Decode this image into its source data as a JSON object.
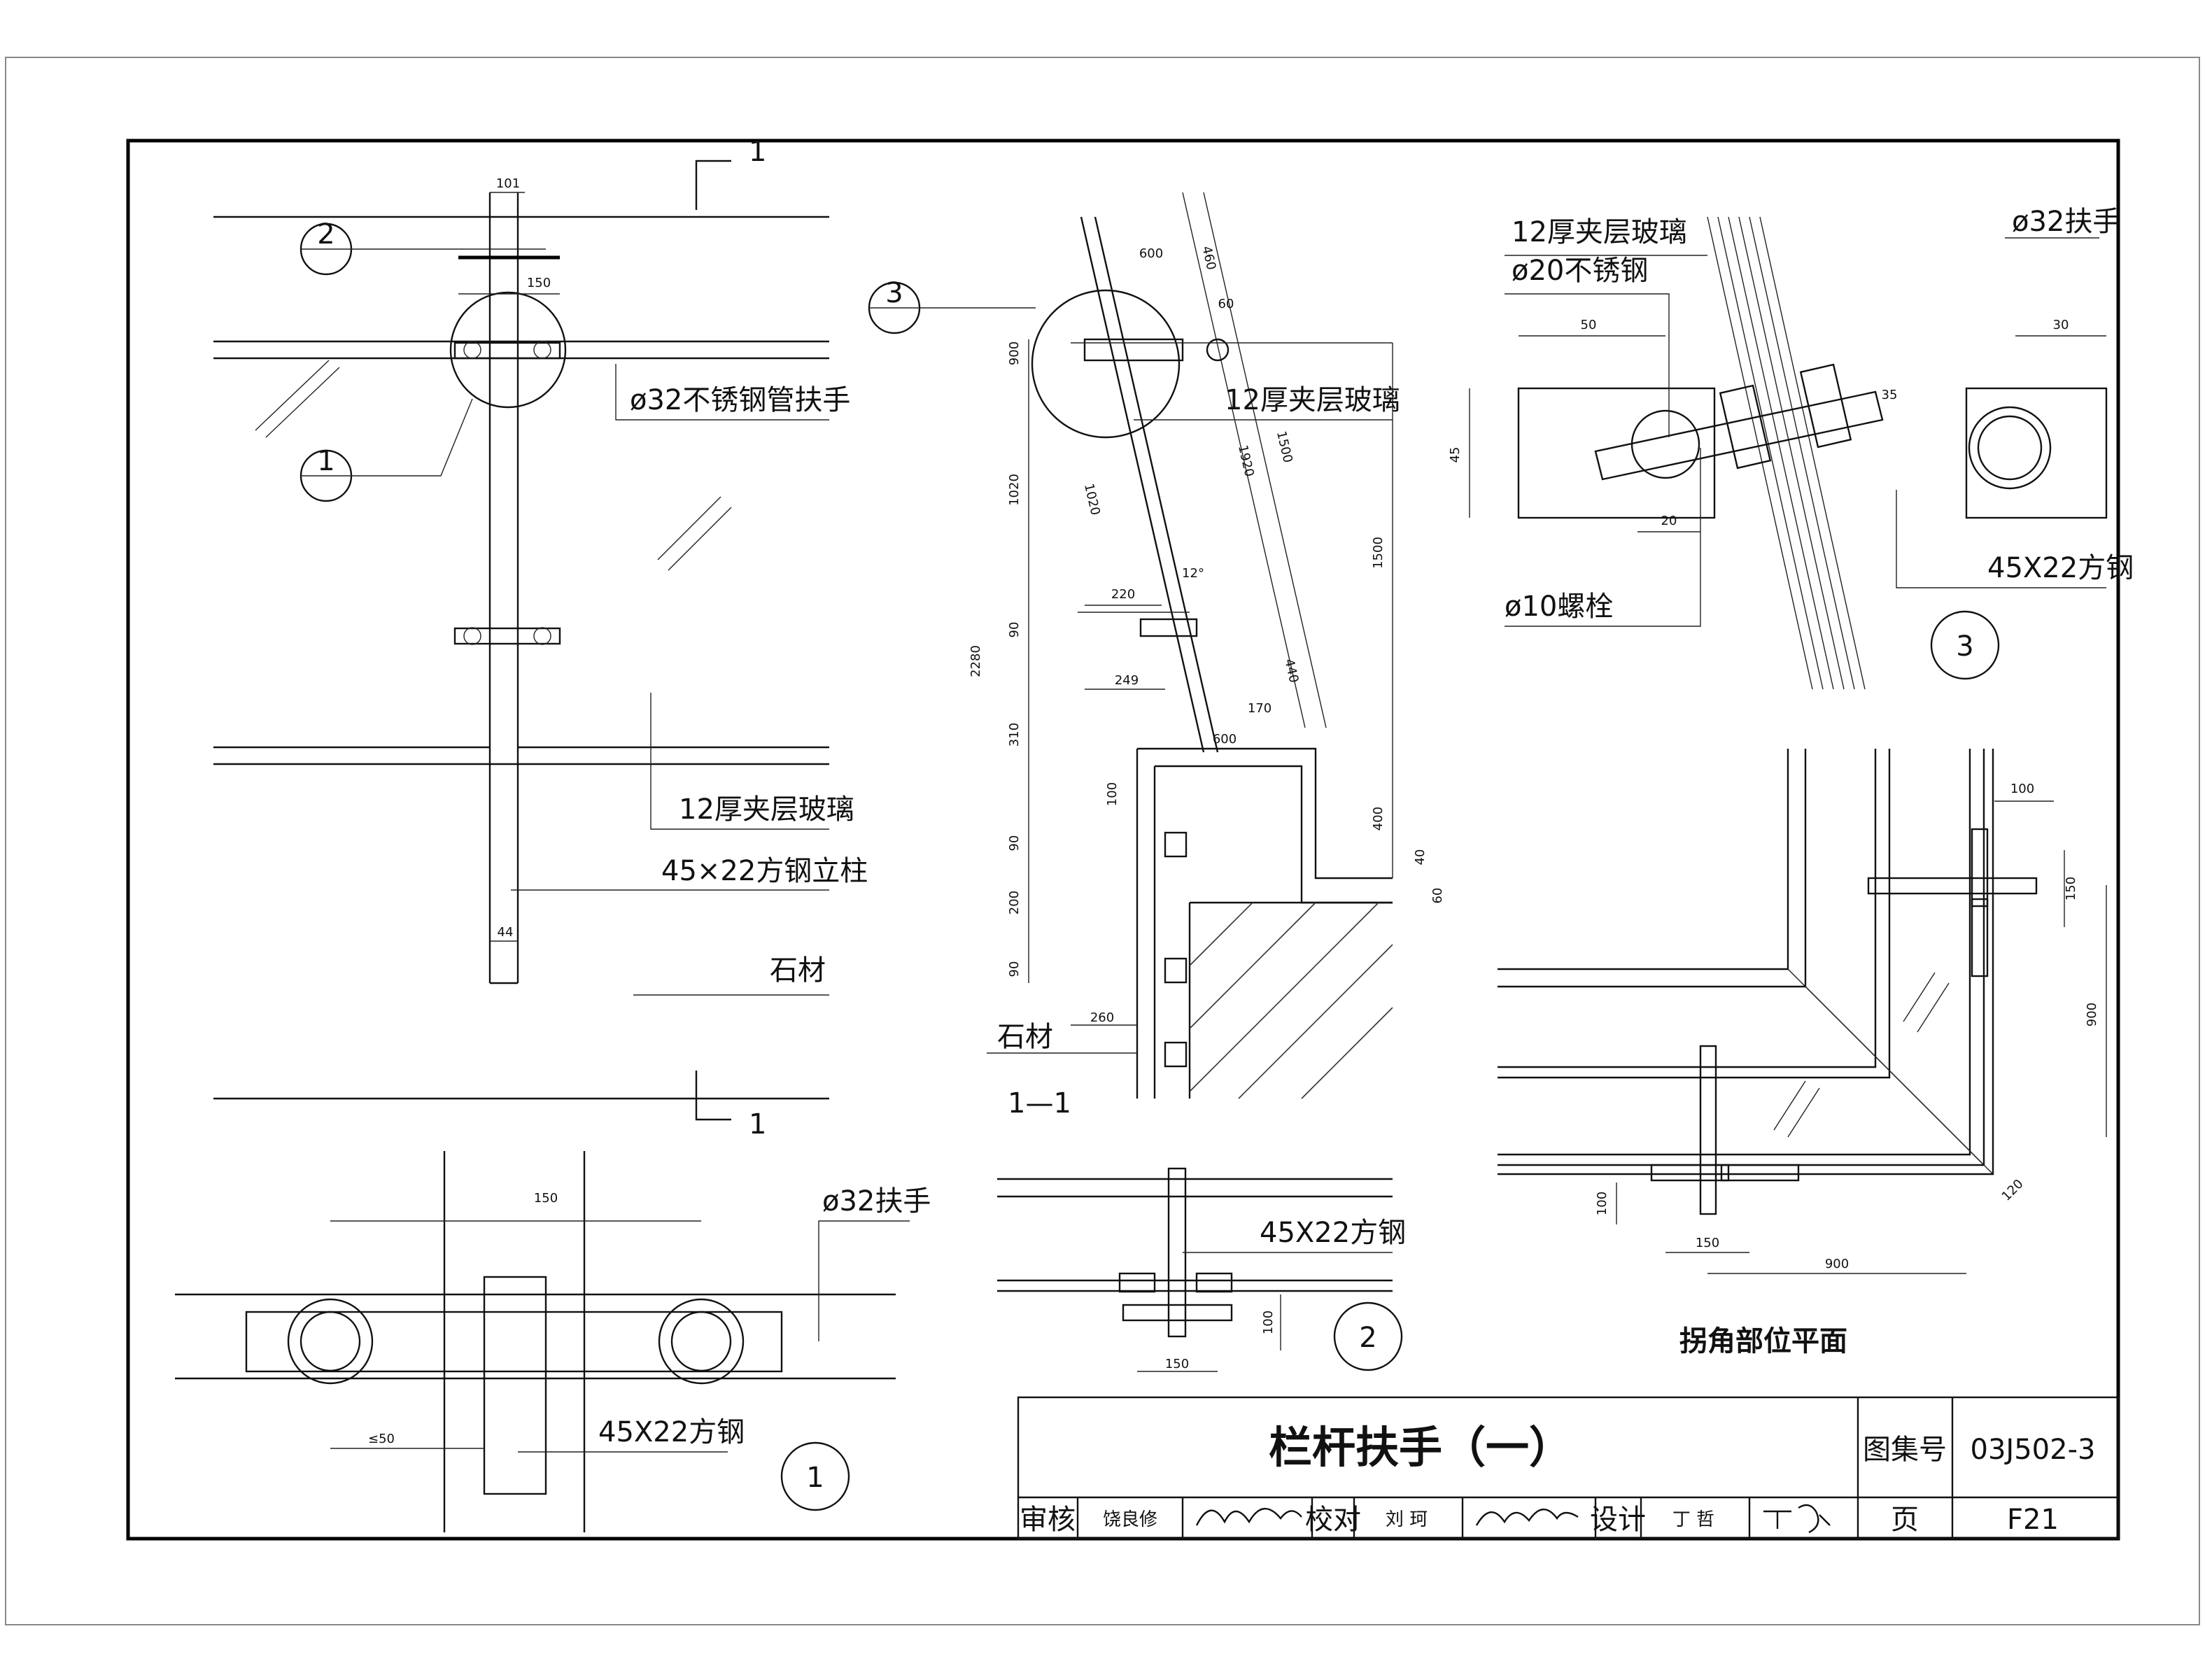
{
  "sheet": {
    "title": "栏杆扶手（一）",
    "atlas_label": "图集号",
    "atlas_no": "03J502-3",
    "page_label": "页",
    "page_no": "F21",
    "review_label": "审核",
    "review_name": "饶良修",
    "check_label": "校对",
    "check_name": "刘 珂",
    "design_label": "设计",
    "design_name": "丁 哲"
  },
  "elevation": {
    "callout_1": "1",
    "callout_2": "2",
    "section_mark_top": "1",
    "section_mark_bottom": "1",
    "label_handrail": "ø32不锈钢管扶手",
    "label_glass": "12厚夹层玻璃",
    "label_post": "45×22方钢立柱",
    "label_stone": "石材",
    "dims": [
      "101",
      "150",
      "44"
    ]
  },
  "section": {
    "title": "1—1",
    "callout_3": "3",
    "label_glass": "12厚夹层玻璃",
    "label_stone": "石材",
    "dims": [
      "600",
      "460",
      "60",
      "90",
      "900",
      "1020",
      "1020",
      "1920",
      "1500",
      "12°",
      "220",
      "90",
      "249",
      "170",
      "440",
      "2280",
      "600",
      "310",
      "100",
      "90",
      "400",
      "40",
      "60",
      "200",
      "90",
      "260"
    ]
  },
  "detail_3": {
    "number": "3",
    "label_glass": "12厚夹层玻璃",
    "label_steel_rod": "ø20不锈钢",
    "label_handrail": "ø32扶手",
    "label_square_steel": "45X22方钢",
    "label_bolt": "ø10螺栓",
    "dims": [
      "50",
      "30",
      "45",
      "20",
      "35"
    ]
  },
  "detail_1": {
    "number": "1",
    "label_handrail": "ø32扶手",
    "label_square_steel": "45X22方钢",
    "dims": [
      "150",
      "≤50"
    ]
  },
  "detail_2": {
    "number": "2",
    "label_square_steel": "45X22方钢",
    "dims": [
      "100",
      "150"
    ]
  },
  "corner_plan": {
    "title": "拐角部位平面",
    "dims": [
      "100",
      "150",
      "900",
      "100",
      "150",
      "900",
      "120"
    ]
  }
}
